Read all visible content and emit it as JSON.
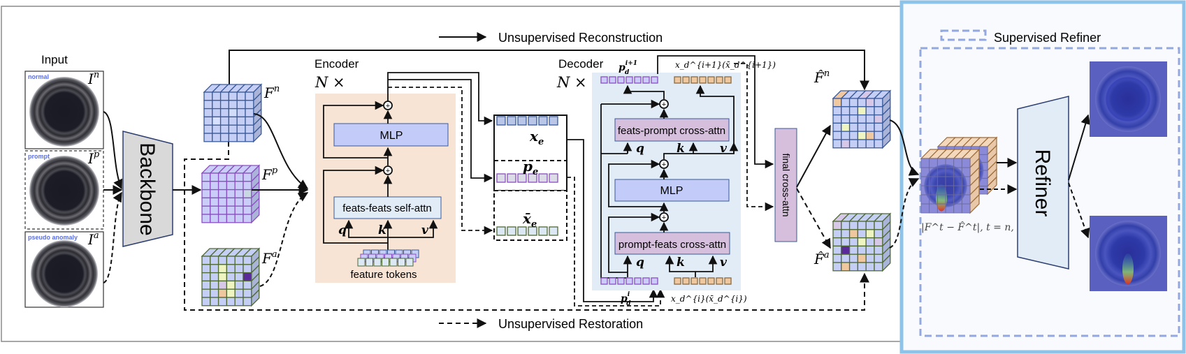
{
  "legend": {
    "reconstruction": "Unsupervised Reconstruction",
    "restoration": "Unsupervised Restoration",
    "supervised_refiner": "Supervised Refiner"
  },
  "input": {
    "title": "Input",
    "images": [
      {
        "tag": "normal",
        "symbol": "I",
        "sup": "n"
      },
      {
        "tag": "prompt",
        "symbol": "I",
        "sup": "p"
      },
      {
        "tag": "pseudo anomaly",
        "symbol": "I",
        "sup": "a"
      }
    ]
  },
  "backbone": "Backbone",
  "features": [
    {
      "symbol": "F",
      "sup": "n"
    },
    {
      "symbol": "F",
      "sup": "p"
    },
    {
      "symbol": "F",
      "sup": "a"
    }
  ],
  "encoder": {
    "title": "Encoder",
    "repeat": "N ×",
    "mlp": "MLP",
    "attn": "feats-feats self-attn",
    "q": "q",
    "k": "k",
    "v": "v",
    "tokens": "feature tokens",
    "outputs": [
      {
        "symbol": "x",
        "sub": "e"
      },
      {
        "symbol": "p",
        "sub": "e"
      },
      {
        "symbol": "x̄",
        "sub": "e"
      }
    ]
  },
  "decoder": {
    "title": "Decoder",
    "repeat": "N ×",
    "cross_top": "feats-prompt cross-attn",
    "mlp": "MLP",
    "cross_bottom": "prompt-feats cross-attn",
    "q": "q",
    "k": "k",
    "v": "v",
    "prompt_out": {
      "symbol": "p",
      "sub": "d",
      "sup": "i+1"
    },
    "feats_out": "x_d^{i+1}(x̄_d^{i+1})",
    "prompt_in": {
      "symbol": "p",
      "sub": "d",
      "sup": "i"
    },
    "feats_in": "x_d^{i}(x̄_d^{i})"
  },
  "final_attn": "final cross-attn",
  "reconstructions": [
    {
      "symbol": "F̂",
      "sup": "n"
    },
    {
      "symbol": "F̂",
      "sup": "a"
    }
  ],
  "refiner": {
    "label": "Refiner",
    "formula": "|F^t − F̂^t|, t = n, a."
  },
  "colors": {
    "normal_feat": "#c5cff5",
    "normal_stroke": "#3a5a9a",
    "prompt_feat": "#c9cdf7",
    "prompt_stroke": "#8a4fc0",
    "anomaly_stroke": "#4f6a35",
    "encoder_bg": "#f7e4d4",
    "decoder_bg": "#e2ecf7",
    "mlp": "#c3cbf8",
    "cross_attn": "#d6bfdd",
    "self_attn": "#e2ecf7",
    "token_orange": "#f0c8a0",
    "refiner_frame": "#8dc3e8",
    "refiner_dash": "#93a8e0"
  }
}
